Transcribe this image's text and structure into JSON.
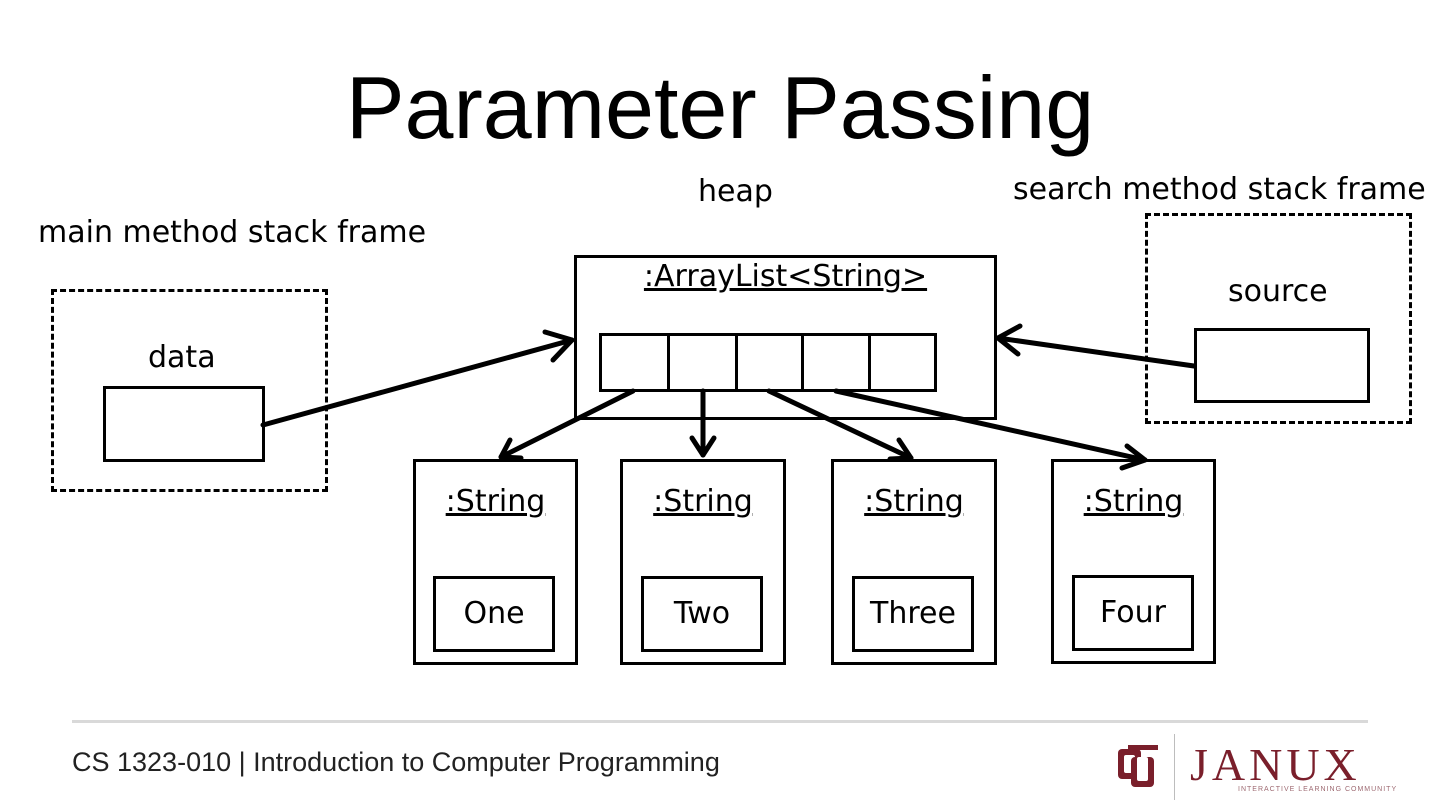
{
  "title": "Parameter Passing",
  "labels": {
    "heap": "heap",
    "main_frame": "main method stack frame",
    "search_frame": "search method stack frame",
    "data_var": "data",
    "source_var": "source",
    "arraylist_type": ":ArrayList<String>"
  },
  "strings": [
    {
      "type": ":String",
      "value": "One"
    },
    {
      "type": ":String",
      "value": "Two"
    },
    {
      "type": ":String",
      "value": "Three"
    },
    {
      "type": ":String",
      "value": "Four"
    }
  ],
  "footer": {
    "course": "CS 1323-010 | Introduction to Computer Programming",
    "brand": "JANUX",
    "tagline": "INTERACTIVE LEARNING COMMUNITY"
  },
  "colors": {
    "brand": "#7a1f2b",
    "rule": "#d9d9d9"
  }
}
